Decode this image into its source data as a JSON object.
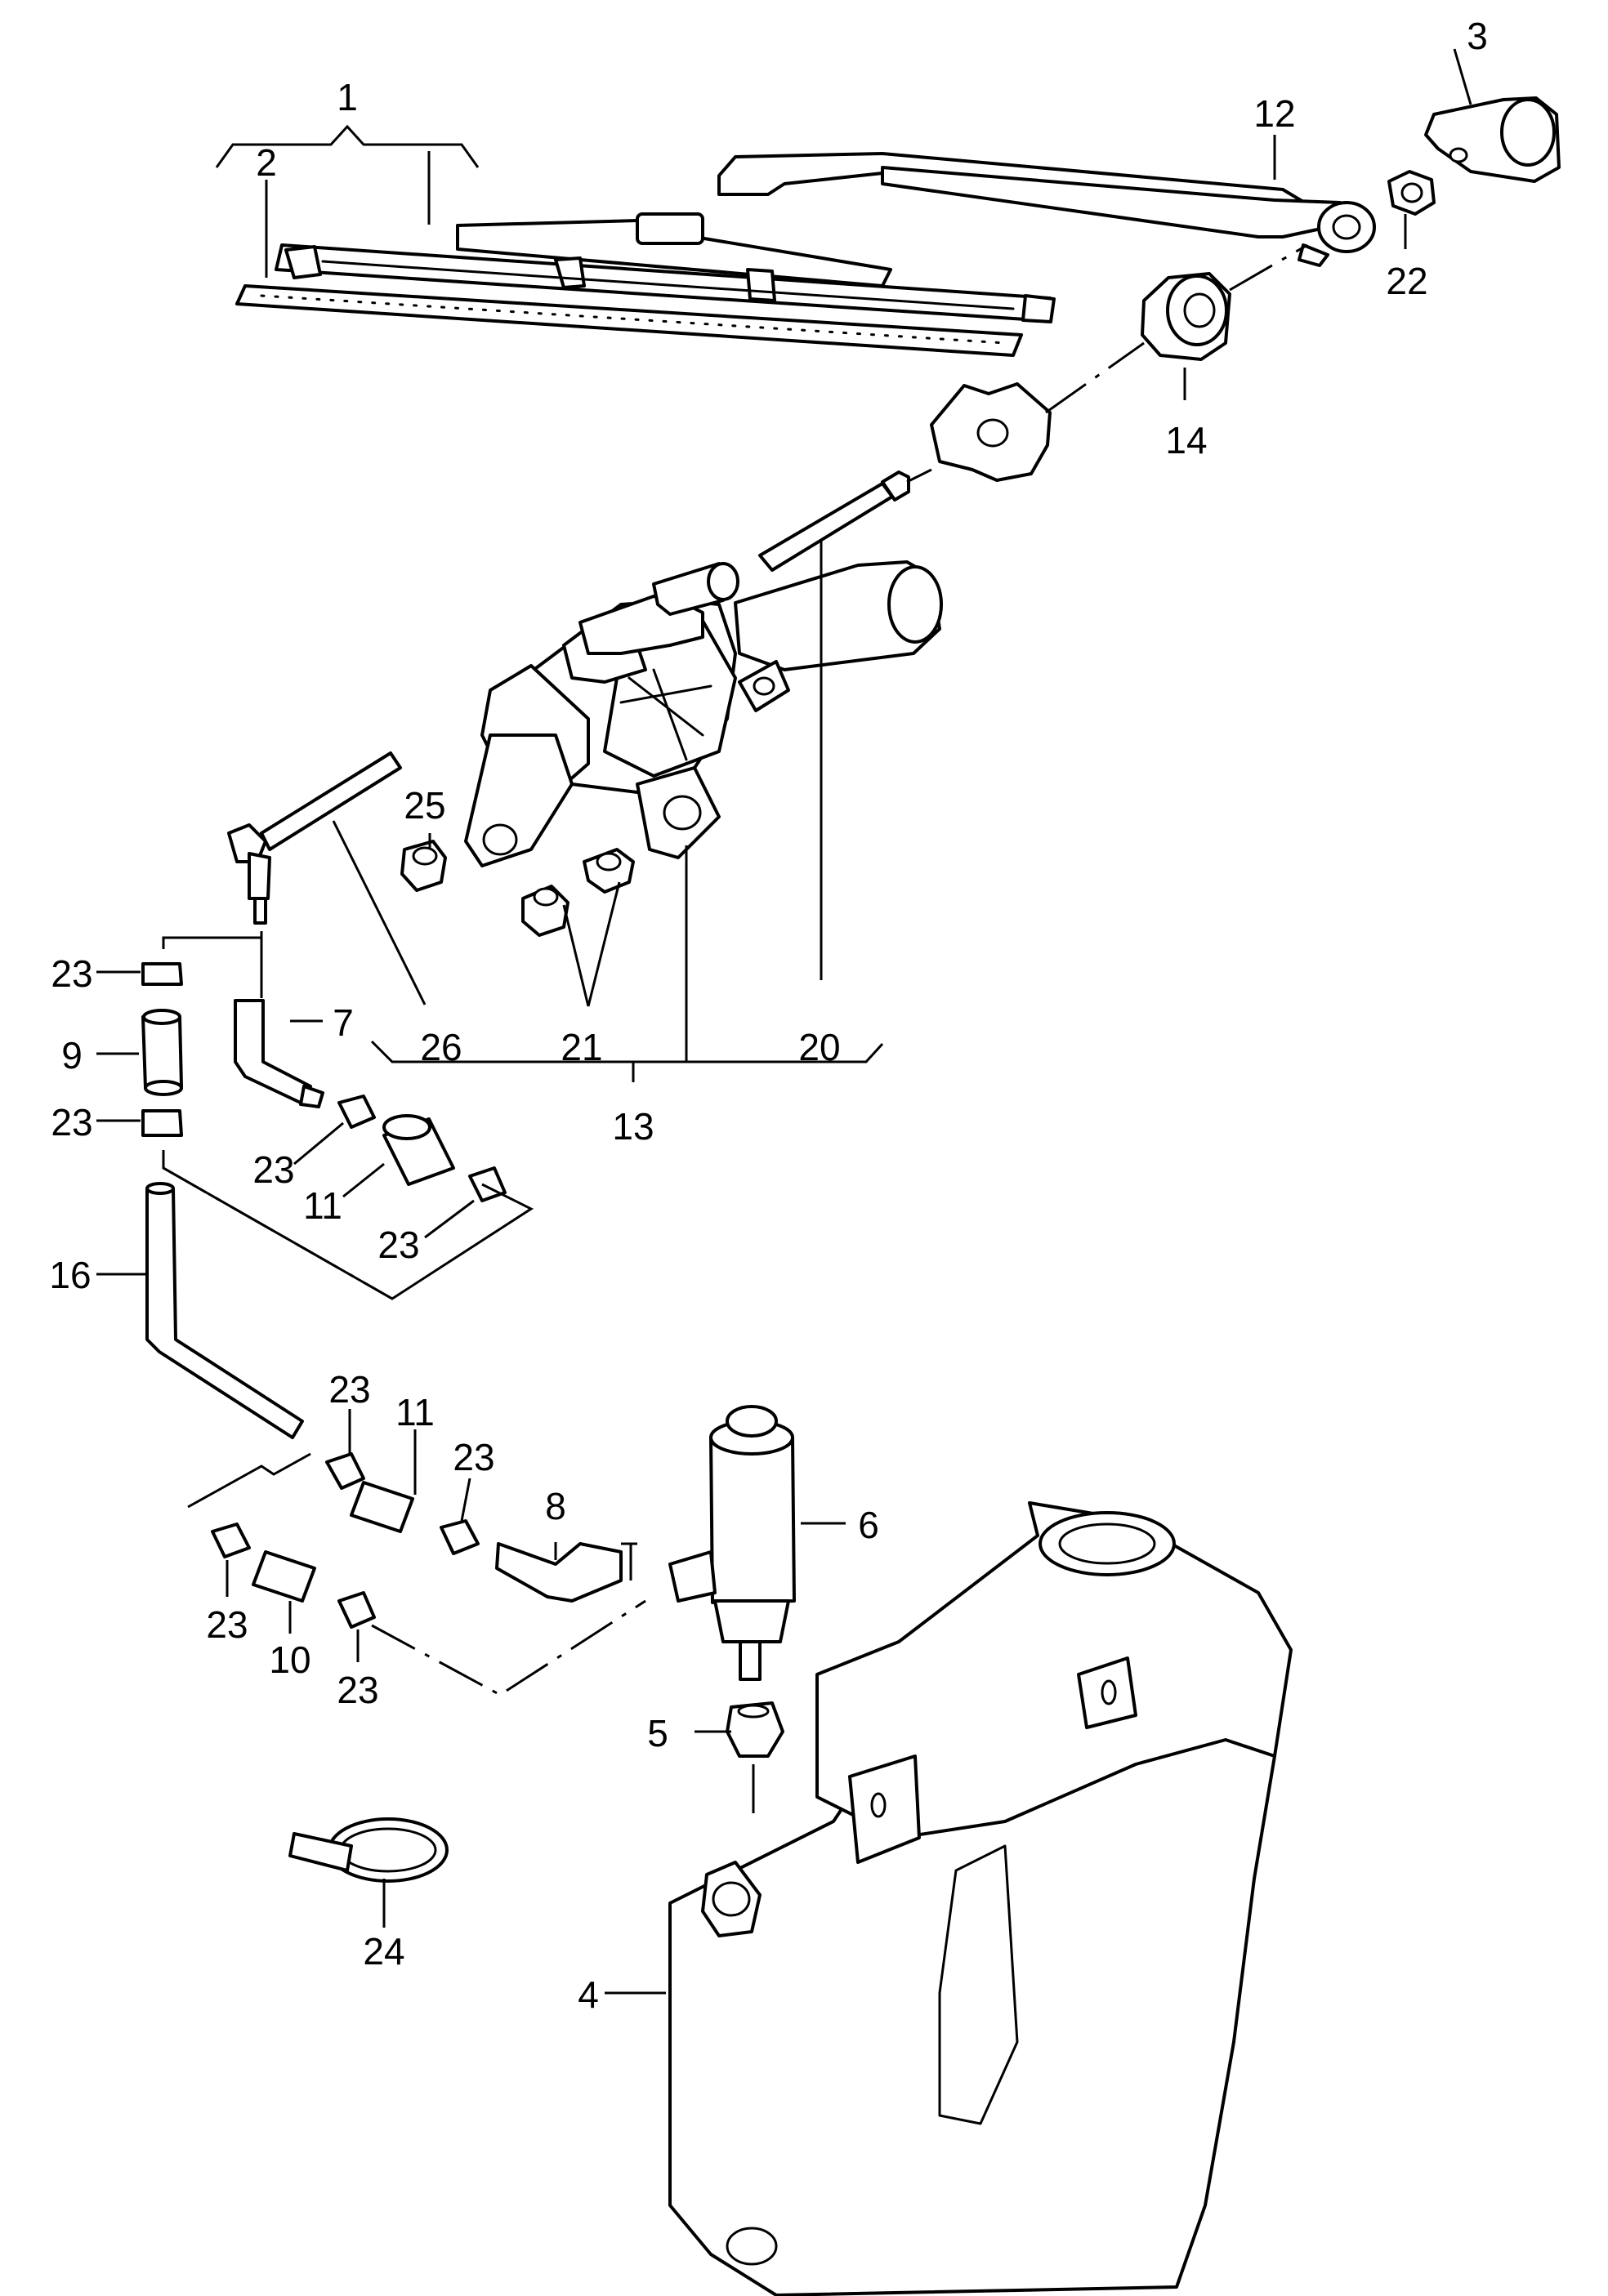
{
  "diagram": {
    "labels": {
      "l1": "1",
      "l2": "2",
      "l3": "3",
      "l4": "4",
      "l5": "5",
      "l6": "6",
      "l7": "7",
      "l8": "8",
      "l9": "9",
      "l10": "10",
      "l11a": "11",
      "l11b": "11",
      "l12": "12",
      "l13": "13",
      "l14": "14",
      "l16": "16",
      "l20": "20",
      "l21": "21",
      "l22": "22",
      "l23a": "23",
      "l23b": "23",
      "l23c": "23",
      "l23d": "23",
      "l23e": "23",
      "l23f": "23",
      "l23g": "23",
      "l23h": "23",
      "l24": "24",
      "l25": "25",
      "l26": "26"
    }
  }
}
